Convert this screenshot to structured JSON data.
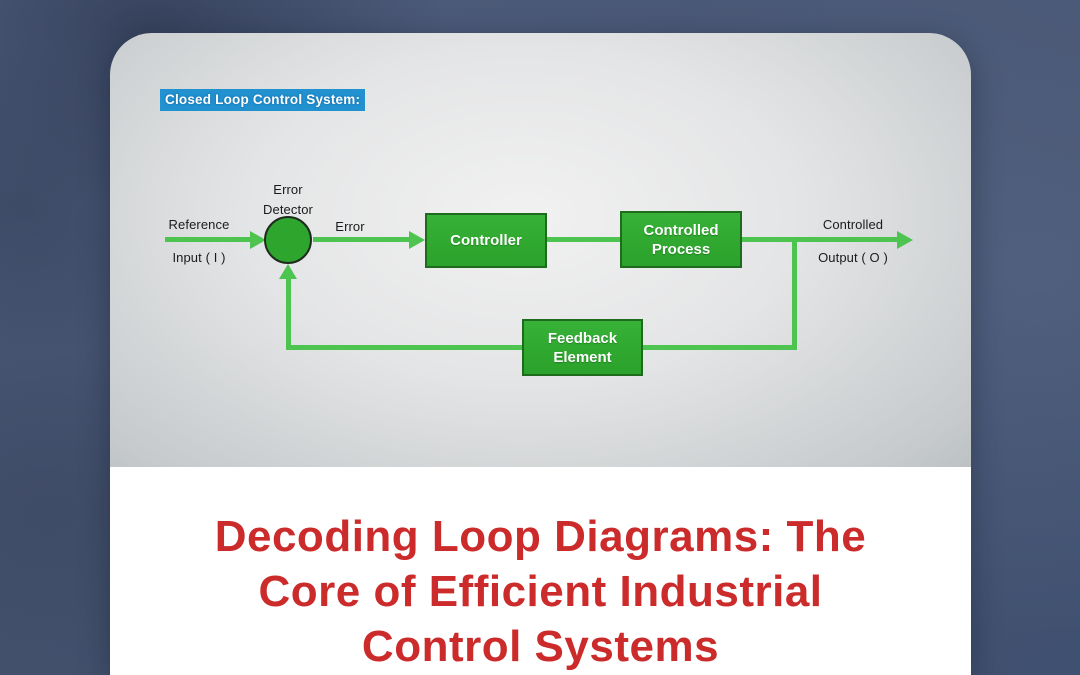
{
  "diagram": {
    "title": "Closed Loop Control System:",
    "title_bg_color": "#2191d0",
    "nodes": {
      "controller": "Controller",
      "controlled_process": "Controlled Process",
      "feedback_element": "Feedback Element"
    },
    "labels": {
      "error_detector": "Error Detector",
      "reference_top": "Reference",
      "reference_bottom": "Input ( I )",
      "error_signal": "Error",
      "output_top": "Controlled",
      "output_bottom": "Output ( O )"
    },
    "colors": {
      "line_green": "#4dc44f",
      "node_fill_green": "#2ea62e",
      "node_border_green": "#1e6b1e",
      "summing_junction_border": "#1f2a1f"
    }
  },
  "caption": {
    "lines": [
      "Decoding Loop Diagrams: The",
      "Core of Efficient Industrial",
      "Control Systems"
    ],
    "text_color": "#cc2b2b"
  }
}
